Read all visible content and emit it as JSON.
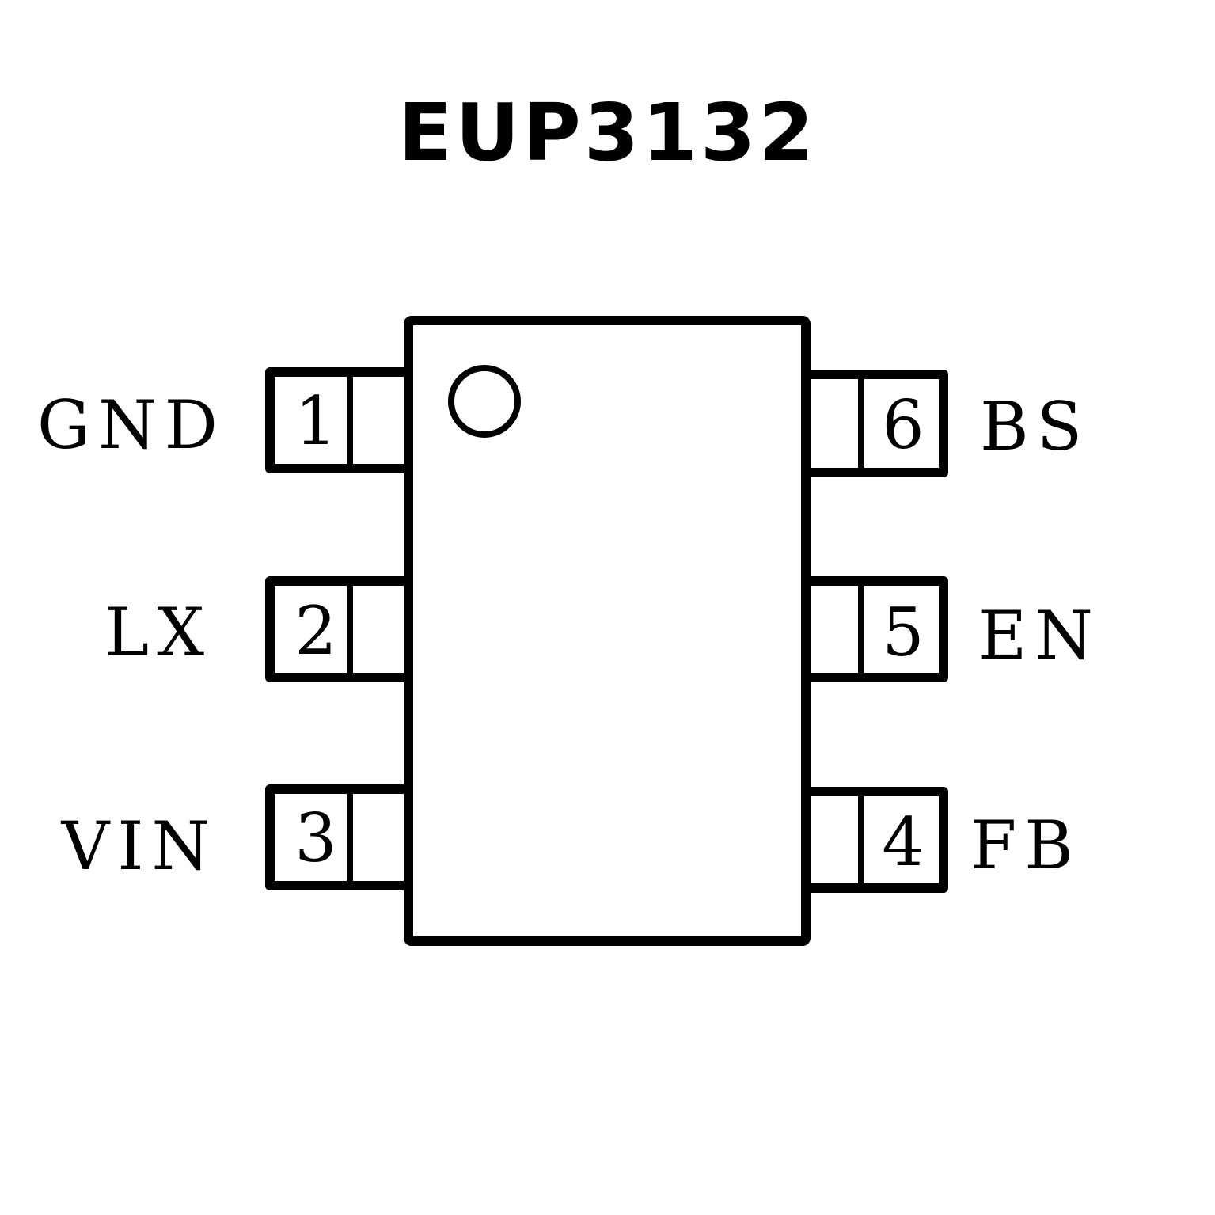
{
  "title": "EUP3132",
  "pins": [
    {
      "number": "1",
      "name": "GND",
      "side": "left"
    },
    {
      "number": "2",
      "name": "LX",
      "side": "left"
    },
    {
      "number": "3",
      "name": "VIN",
      "side": "left"
    },
    {
      "number": "4",
      "name": "FB",
      "side": "right"
    },
    {
      "number": "5",
      "name": "EN",
      "side": "right"
    },
    {
      "number": "6",
      "name": "BS",
      "side": "right"
    }
  ],
  "colors": {
    "stroke": "#000000",
    "background": "#ffffff"
  }
}
